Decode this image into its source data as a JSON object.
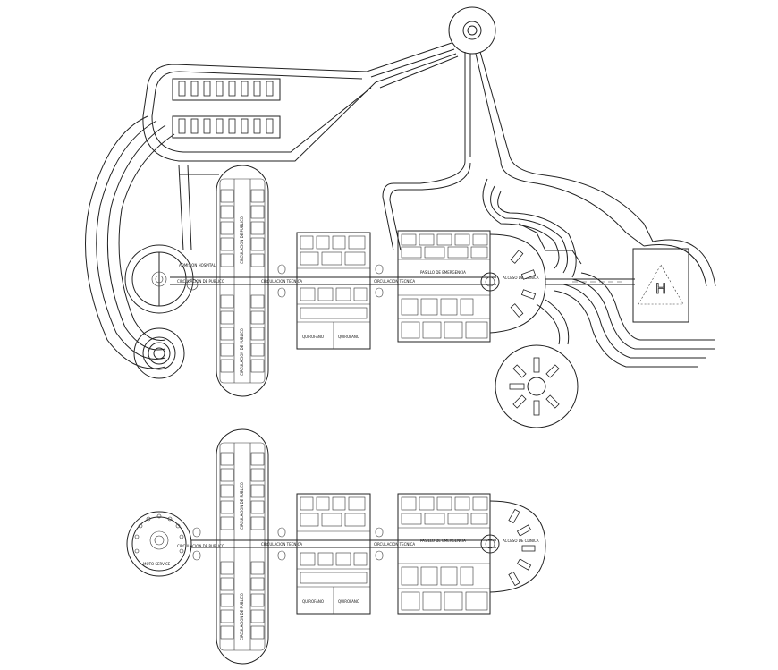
{
  "labels": {
    "circ_publico": "CIRCULACION DE PUBLICO",
    "circ_tecnica": "CIRCULACION TECNICA",
    "pasillo_emergencia": "PASILLO DE EMERGENCIA",
    "acceso_clinica": "ACCESO DE CLINICA",
    "admision": "ADMISION HOSPITAL",
    "quirofano": "QUIROFANO",
    "heliport": "H",
    "moto_service": "MOTO SERVICE"
  }
}
